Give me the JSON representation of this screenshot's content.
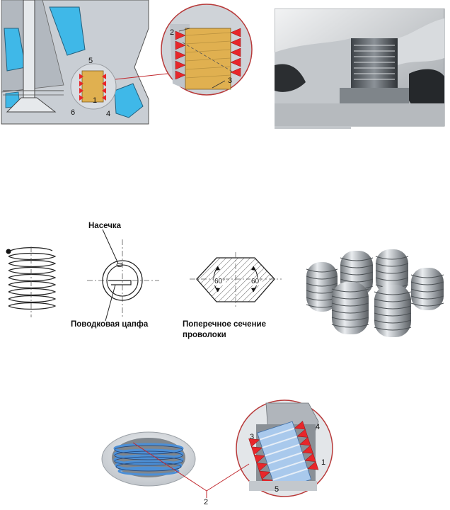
{
  "valve_figure": {
    "callouts": [
      "1",
      "2",
      "3",
      "4",
      "5",
      "6"
    ]
  },
  "coil_drawings": {
    "notch_label": "Насечка",
    "tang_label": "Поводковая цапфа",
    "section_label_line1": "Поперечное сечение",
    "section_label_line2": "проволоки",
    "angle_left": "60°",
    "angle_right": "60°"
  },
  "install_figure": {
    "callouts": [
      "1",
      "2",
      "3",
      "4",
      "5"
    ]
  },
  "colors": {
    "thread_red": "#e8262a",
    "brass": "#e0b050",
    "coolant_blue": "#3fb8e8",
    "insert_blue": "#4c8fd6",
    "metal_gray": "#b9bec4"
  }
}
